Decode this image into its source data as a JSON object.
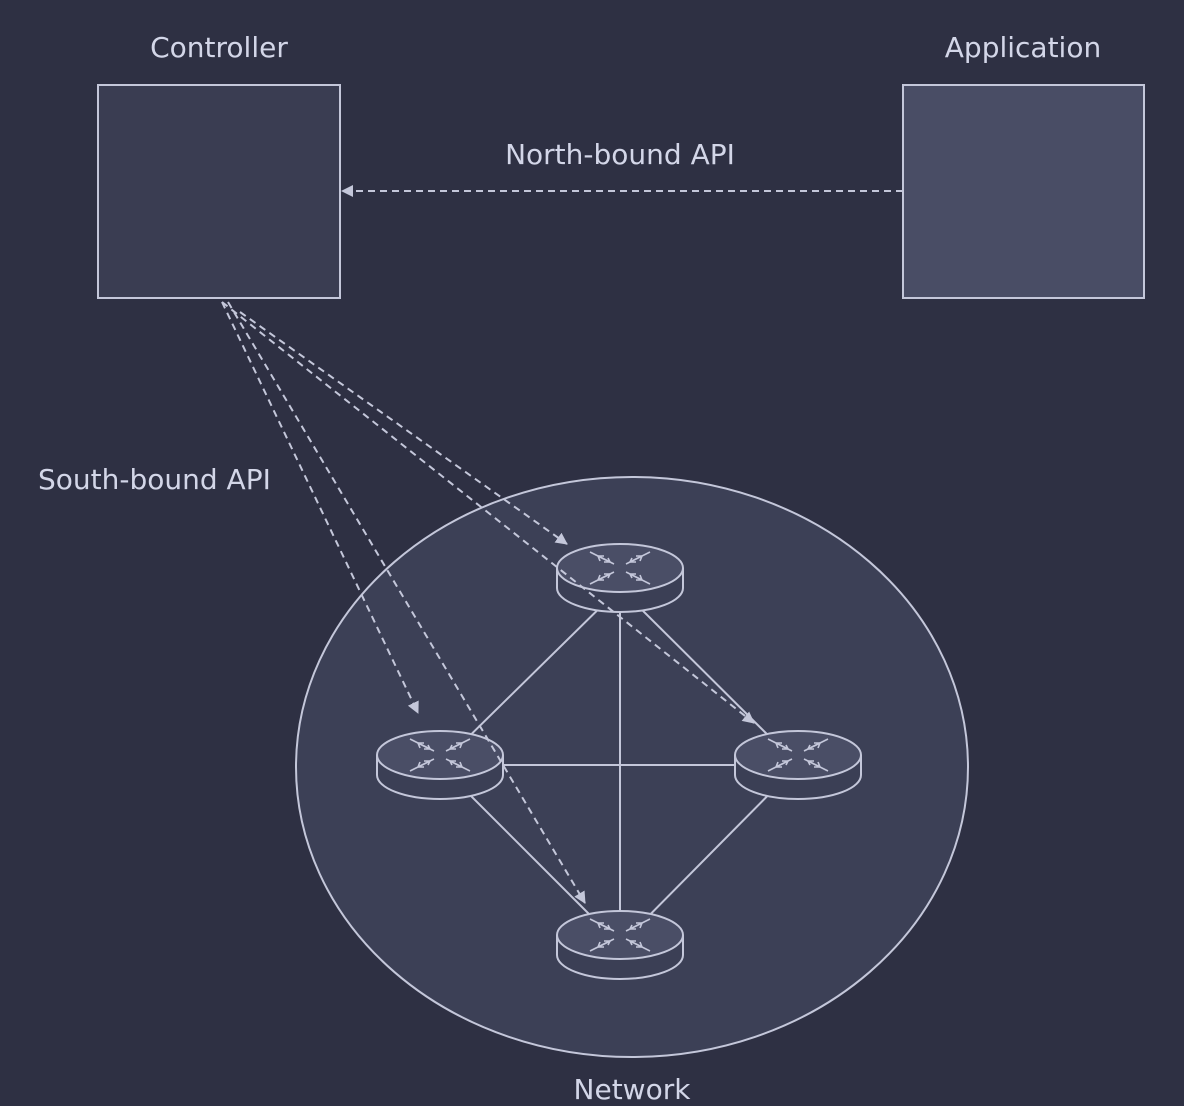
{
  "nodes": {
    "controller": "Controller",
    "application": "Application",
    "network": "Network"
  },
  "edges": {
    "northbound": "North-bound API",
    "southbound": "South-bound API"
  },
  "icons": {
    "router": "router-icon"
  },
  "colors": {
    "background": "#2e3043",
    "stroke": "#c4c7da",
    "text": "#d3d6e8"
  }
}
